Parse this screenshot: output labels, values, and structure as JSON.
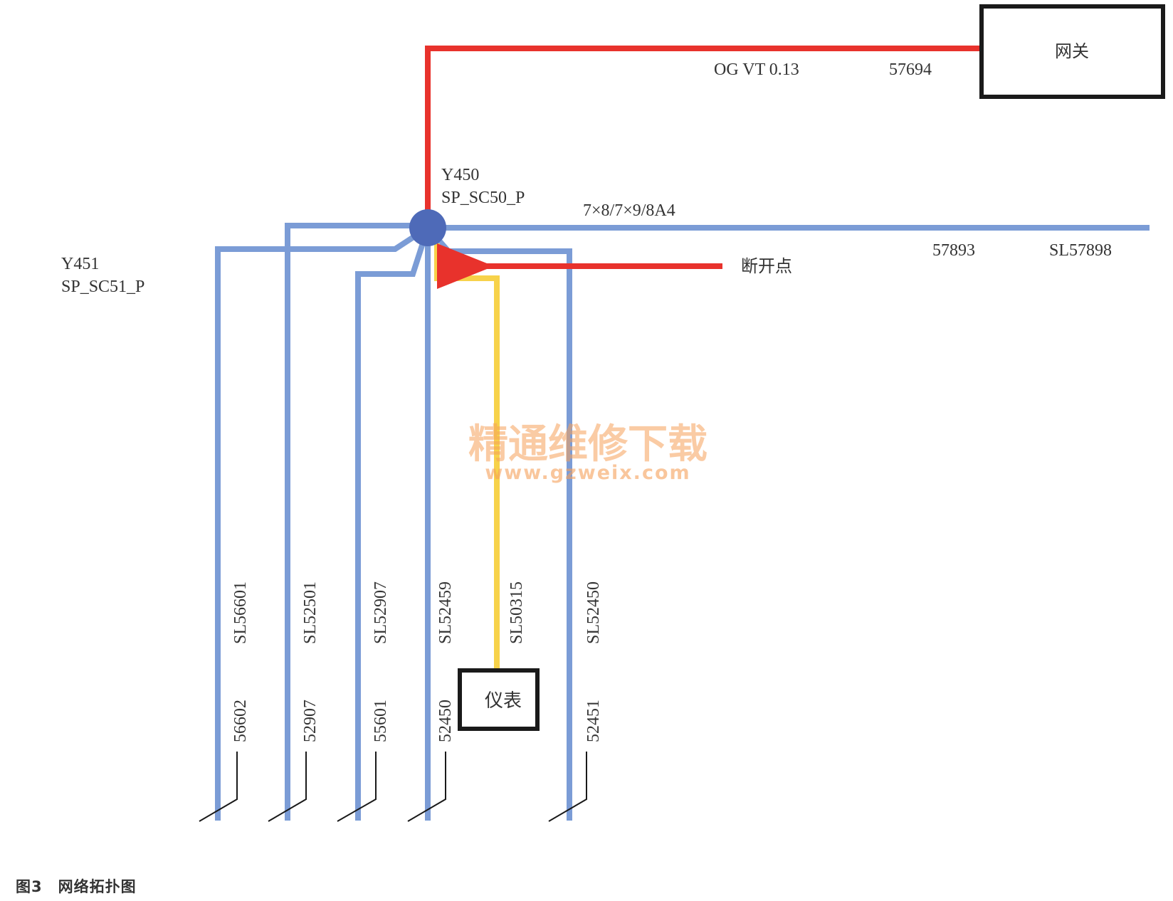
{
  "title": "网络拓扑图",
  "figure_label": "图3",
  "colors": {
    "bus_blue": "#7b9cd6",
    "gateway_red": "#e8322c",
    "instrument_yellow": "#f7d24a",
    "node_fill": "#4e6ab8",
    "outline": "#1a1a1a",
    "watermark": "#f5a05a"
  },
  "boxes": {
    "gateway": "网关",
    "instrument": "仪表"
  },
  "nodes": {
    "y450": {
      "id": "Y450",
      "name": "SP_SC50_P"
    },
    "y451": {
      "id": "Y451",
      "name": "SP_SC51_P"
    }
  },
  "labels": {
    "og_vt": "OG VT 0.13",
    "line_57694": "57694",
    "spec": "7×8/7×9/8A4",
    "line_57893": "57893",
    "sl_57898": "SL57898",
    "break_point": "断开点"
  },
  "branches": [
    {
      "sl": "SL56601",
      "end": "56602"
    },
    {
      "sl": "SL52501",
      "end": "52907"
    },
    {
      "sl": "SL52907",
      "end": "55601"
    },
    {
      "sl": "SL52459",
      "end": "52450"
    },
    {
      "sl": "SL50315",
      "end": ""
    },
    {
      "sl": "SL52450",
      "end": "52451"
    }
  ],
  "watermark": {
    "cn": "精通维修下载",
    "url": "www.gzweix.com"
  }
}
